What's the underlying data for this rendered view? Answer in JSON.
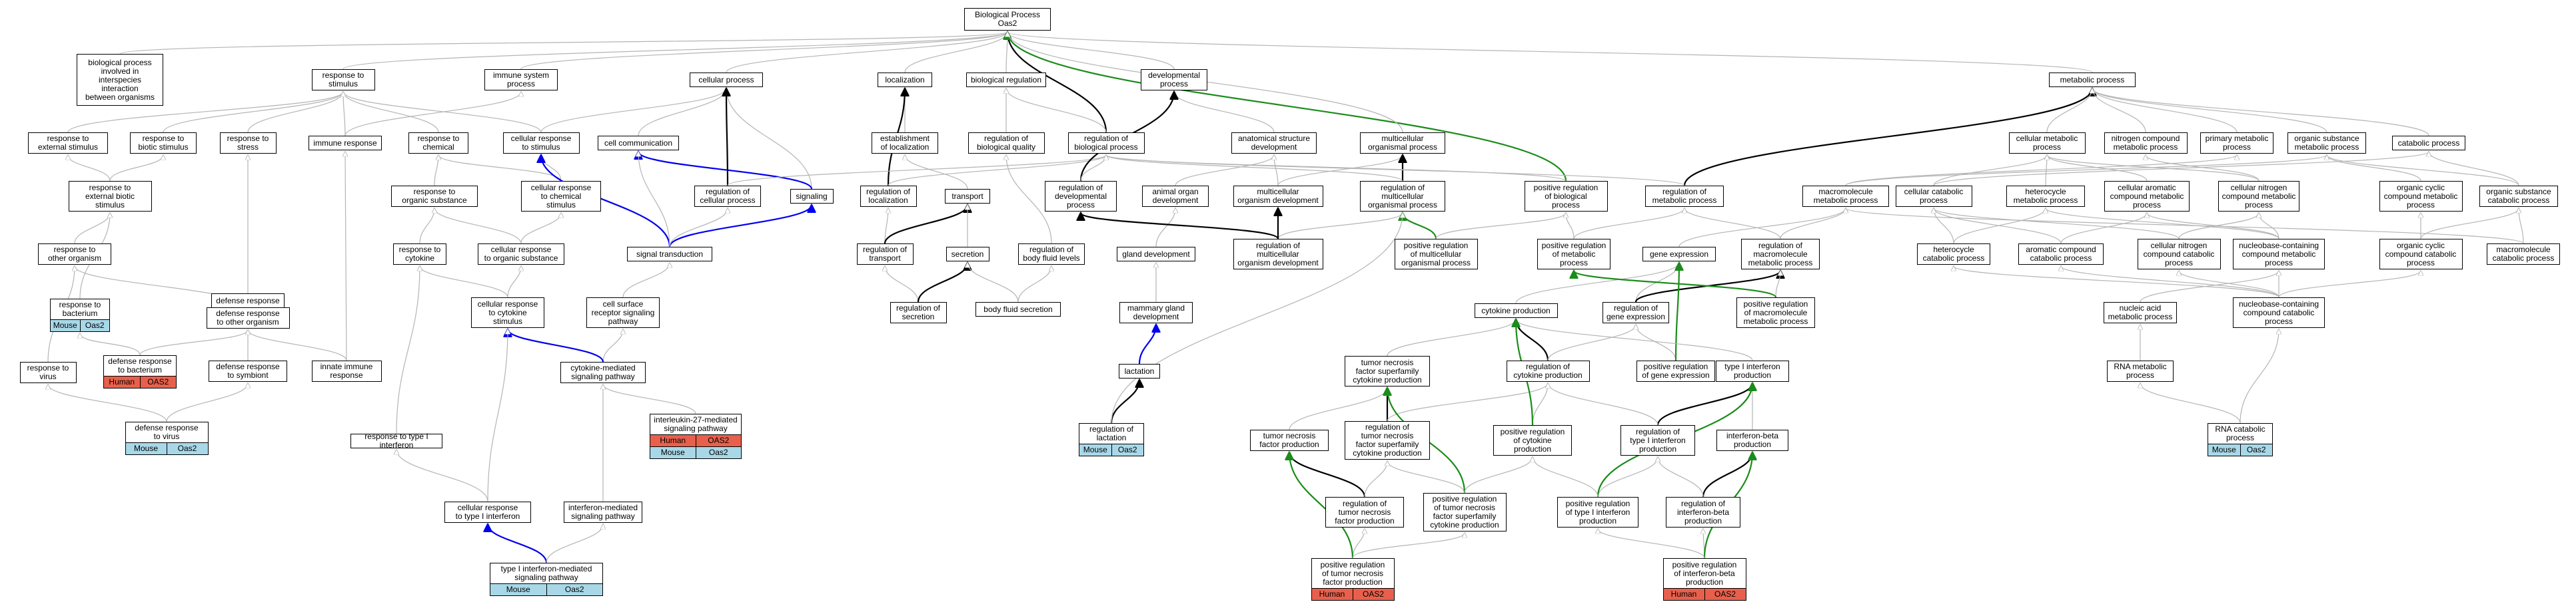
{
  "colors": {
    "edge_default": "#b4b4b4",
    "edge_bold": "#000000",
    "edge_blue": "#0000ee",
    "edge_green": "#1a8c1a",
    "human": "#e8604c",
    "mouse": "#a8d8e8"
  },
  "nodes": [
    {
      "id": "bp",
      "text": "Biological Process\nOas2"
    },
    {
      "id": "bpinv",
      "text": "biological process\ninvolved in\ninterspecies\ninteraction\nbetween organisms"
    },
    {
      "id": "rts",
      "text": "response to\nstimulus"
    },
    {
      "id": "isp",
      "text": "immune system\nprocess"
    },
    {
      "id": "cp",
      "text": "cellular process"
    },
    {
      "id": "loc",
      "text": "localization"
    },
    {
      "id": "breg",
      "text": "biological regulation"
    },
    {
      "id": "dev",
      "text": "developmental\nprocess"
    },
    {
      "id": "met",
      "text": "metabolic process"
    },
    {
      "id": "rext",
      "text": "response to\nexternal stimulus"
    },
    {
      "id": "rbio",
      "text": "response to\nbiotic stimulus"
    },
    {
      "id": "rstr",
      "text": "response to\nstress"
    },
    {
      "id": "imr",
      "text": "immune response"
    },
    {
      "id": "rchem",
      "text": "response to\nchemical"
    },
    {
      "id": "crs",
      "text": "cellular response\nto stimulus"
    },
    {
      "id": "ccom",
      "text": "cell communication"
    },
    {
      "id": "estl",
      "text": "establishment\nof localization"
    },
    {
      "id": "rbq",
      "text": "regulation of\nbiological quality"
    },
    {
      "id": "rbp",
      "text": "regulation of\nbiological process"
    },
    {
      "id": "asd",
      "text": "anatomical structure\ndevelopment"
    },
    {
      "id": "mop",
      "text": "multicellular\norganismal process"
    },
    {
      "id": "cmp",
      "text": "cellular metabolic\nprocess"
    },
    {
      "id": "ncmp",
      "text": "nitrogen compound\nmetabolic process"
    },
    {
      "id": "pmp",
      "text": "primary metabolic\nprocess"
    },
    {
      "id": "osmp",
      "text": "organic substance\nmetabolic process"
    },
    {
      "id": "catp",
      "text": "catabolic process"
    },
    {
      "id": "rebs",
      "text": "response to\nexternal biotic\nstimulus"
    },
    {
      "id": "ros",
      "text": "response to\norganic substance"
    },
    {
      "id": "crchem",
      "text": "cellular response\nto chemical\nstimulus"
    },
    {
      "id": "sig",
      "text": "signaling"
    },
    {
      "id": "rloc",
      "text": "regulation of\nlocalization"
    },
    {
      "id": "trans",
      "text": "transport"
    },
    {
      "id": "rcp",
      "text": "regulation of\ncellular process"
    },
    {
      "id": "rdp",
      "text": "regulation of\ndevelopmental\nprocess"
    },
    {
      "id": "aod",
      "text": "animal organ\ndevelopment"
    },
    {
      "id": "mod",
      "text": "multicellular\norganism development"
    },
    {
      "id": "rmop",
      "text": "regulation of\nmulticellular\norganismal process"
    },
    {
      "id": "prbp",
      "text": "positive regulation\nof biological\nprocess"
    },
    {
      "id": "rmp",
      "text": "regulation of\nmetabolic process"
    },
    {
      "id": "mmp",
      "text": "macromolecule\nmetabolic process"
    },
    {
      "id": "ccp",
      "text": "cellular catabolic\nprocess"
    },
    {
      "id": "hmp",
      "text": "heterocycle\nmetabolic process"
    },
    {
      "id": "camp",
      "text": "cellular aromatic\ncompound metabolic\nprocess"
    },
    {
      "id": "cncmp",
      "text": "cellular nitrogen\ncompound metabolic\nprocess"
    },
    {
      "id": "occmp",
      "text": "organic cyclic\ncompound metabolic\nprocess"
    },
    {
      "id": "oscp",
      "text": "organic substance\ncatabolic process"
    },
    {
      "id": "rtoo",
      "text": "response to\nother organism"
    },
    {
      "id": "rcyt",
      "text": "response to\ncytokine"
    },
    {
      "id": "cros",
      "text": "cellular response\nto organic substance"
    },
    {
      "id": "st",
      "text": "signal transduction"
    },
    {
      "id": "rtr",
      "text": "regulation of\ntransport"
    },
    {
      "id": "sec",
      "text": "secretion"
    },
    {
      "id": "rbfl",
      "text": "regulation of\nbody fluid levels"
    },
    {
      "id": "gd",
      "text": "gland development"
    },
    {
      "id": "rmod",
      "text": "regulation of\nmulticellular\norganism development"
    },
    {
      "id": "prmop",
      "text": "positive regulation\nof multicellular\norganismal process"
    },
    {
      "id": "prmp",
      "text": "positive regulation\nof metabolic\nprocess"
    },
    {
      "id": "ge",
      "text": "gene expression"
    },
    {
      "id": "rmmp",
      "text": "regulation of\nmacromolecule\nmetabolic process"
    },
    {
      "id": "hcp",
      "text": "heterocycle\ncatabolic process"
    },
    {
      "id": "acmp",
      "text": "aromatic compound\ncatabolic process"
    },
    {
      "id": "cnccp",
      "text": "cellular nitrogen\ncompound catabolic\nprocess"
    },
    {
      "id": "nccmp",
      "text": "nucleobase-containing\ncompound metabolic\nprocess"
    },
    {
      "id": "occcp",
      "text": "organic cyclic\ncompound catabolic\nprocess"
    },
    {
      "id": "mcp",
      "text": "macromolecule\ncatabolic process"
    },
    {
      "id": "rtb",
      "text": "response to\nbacterium",
      "badges": [
        "Mouse",
        "Oas2"
      ]
    },
    {
      "id": "dr",
      "text": "defense response"
    },
    {
      "id": "droo",
      "text": "defense response\nto other organism"
    },
    {
      "id": "crc",
      "text": "cellular response\nto cytokine\nstimulus"
    },
    {
      "id": "csrsp",
      "text": "cell surface\nreceptor signaling\npathway"
    },
    {
      "id": "rsec",
      "text": "regulation of\nsecretion"
    },
    {
      "id": "bfs",
      "text": "body fluid secretion"
    },
    {
      "id": "mgd",
      "text": "mammary gland\ndevelopment"
    },
    {
      "id": "cytp",
      "text": "cytokine production"
    },
    {
      "id": "rge",
      "text": "regulation of\ngene expression"
    },
    {
      "id": "prmmp",
      "text": "positive regulation\nof macromolecule\nmetabolic process"
    },
    {
      "id": "nammp",
      "text": "nucleic acid\nmetabolic process"
    },
    {
      "id": "ncccp",
      "text": "nucleobase-containing\ncompound catabolic\nprocess"
    },
    {
      "id": "rtv",
      "text": "response to\nvirus"
    },
    {
      "id": "drb",
      "text": "defense response\nto bacterium",
      "badges": [
        "Human",
        "OAS2"
      ]
    },
    {
      "id": "drs",
      "text": "defense response\nto symbiont"
    },
    {
      "id": "iir",
      "text": "innate immune\nresponse"
    },
    {
      "id": "cmsp",
      "text": "cytokine-mediated\nsignaling pathway"
    },
    {
      "id": "lact",
      "text": "lactation"
    },
    {
      "id": "tnfsf",
      "text": "tumor necrosis\nfactor superfamily\ncytokine production"
    },
    {
      "id": "rcytp",
      "text": "regulation of\ncytokine production"
    },
    {
      "id": "prge",
      "text": "positive regulation\nof gene expression"
    },
    {
      "id": "t1ip",
      "text": "type I interferon\nproduction"
    },
    {
      "id": "rnamp",
      "text": "RNA metabolic\nprocess"
    },
    {
      "id": "drv",
      "text": "defense response\nto virus",
      "badges": [
        "Mouse",
        "Oas2"
      ]
    },
    {
      "id": "il27",
      "text": "interleukin-27-mediated\nsignaling pathway",
      "badges": [
        "Human",
        "OAS2"
      ],
      "badges2": [
        "Mouse",
        "Oas2"
      ]
    },
    {
      "id": "rt1i",
      "text": "response to type I interferon"
    },
    {
      "id": "rlact",
      "text": "regulation of\nlactation",
      "badges": [
        "Mouse",
        "Oas2"
      ]
    },
    {
      "id": "tnfp",
      "text": "tumor necrosis\nfactor production"
    },
    {
      "id": "rtnfsf",
      "text": "regulation of\ntumor necrosis\nfactor superfamily\ncytokine production"
    },
    {
      "id": "prcytp",
      "text": "positive regulation\nof cytokine\nproduction"
    },
    {
      "id": "rt1ip",
      "text": "regulation of\ntype I interferon\nproduction"
    },
    {
      "id": "ifnbp",
      "text": "interferon-beta\nproduction"
    },
    {
      "id": "rnacp",
      "text": "RNA catabolic\nprocess",
      "badges": [
        "Mouse",
        "Oas2"
      ]
    },
    {
      "id": "crt1i",
      "text": "cellular response\nto type I interferon"
    },
    {
      "id": "imsp",
      "text": "interferon-mediated\nsignaling pathway"
    },
    {
      "id": "rtnfp",
      "text": "regulation of\ntumor necrosis\nfactor production"
    },
    {
      "id": "prtnfsf",
      "text": "positive regulation\nof tumor necrosis\nfactor superfamily\ncytokine production"
    },
    {
      "id": "prt1ip",
      "text": "positive regulation\nof type I interferon\nproduction"
    },
    {
      "id": "rifnb",
      "text": "regulation of\ninterferon-beta\nproduction"
    },
    {
      "id": "t1imsp",
      "text": "type I interferon-mediated\nsignaling pathway",
      "badges": [
        "Mouse",
        "Oas2"
      ]
    },
    {
      "id": "prtnfp",
      "text": "positive regulation\nof tumor necrosis\nfactor production",
      "badges": [
        "Human",
        "OAS2"
      ]
    },
    {
      "id": "prifnb",
      "text": "positive regulation\nof interferon-beta\nproduction",
      "badges": [
        "Human",
        "OAS2"
      ]
    }
  ]
}
